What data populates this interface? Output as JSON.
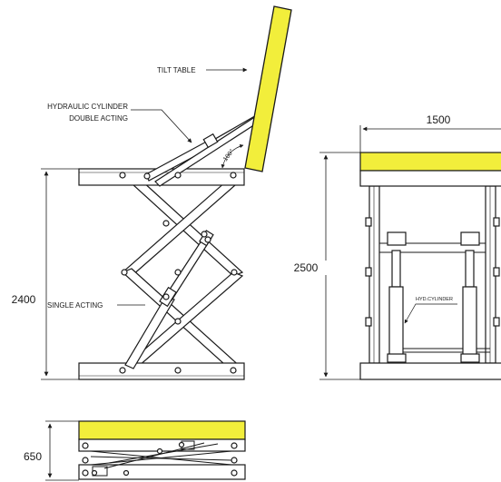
{
  "labels": {
    "tilt_table": "TILT TABLE",
    "hydraulic_cylinder": "HYDRAULIC CYLINDER",
    "double_acting": "DOUBLE ACTING",
    "single_acting": "SINGLE ACTING",
    "tilt_angle": "100°",
    "hyd_cylinder": "HYD.CYLINDER"
  },
  "dimensions": {
    "height_side": "2400",
    "width_front": "1500",
    "height_front": "2500",
    "height_closed": "650"
  },
  "colors": {
    "table_yellow": "#f2ee3b",
    "line": "#1a1a1a",
    "background": "#ffffff"
  }
}
